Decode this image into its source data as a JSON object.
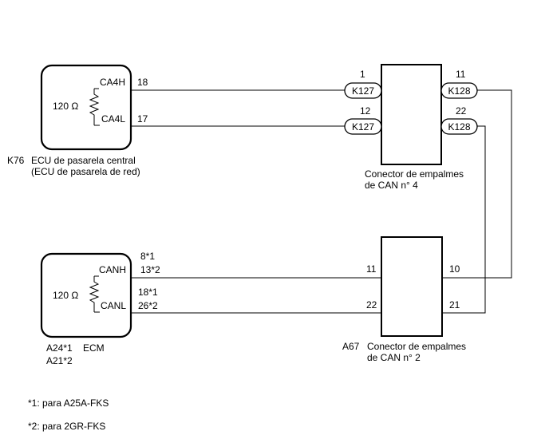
{
  "ecu_gateway": {
    "id": "K76",
    "name_line1": "ECU de pasarela central",
    "name_line2": "(ECU de pasarela de red)",
    "resistor": "120 Ω",
    "pin_high_label": "CA4H",
    "pin_high_num": "18",
    "pin_low_label": "CA4L",
    "pin_low_num": "17"
  },
  "ecm": {
    "id_line1": "A24*1",
    "id_line2": "A21*2",
    "name": "ECM",
    "resistor": "120 Ω",
    "pin_high_label": "CANH",
    "pin_high_num1": "8*1",
    "pin_high_num2": "13*2",
    "pin_low_label": "CANL",
    "pin_low_num1": "18*1",
    "pin_low_num2": "26*2"
  },
  "junction4": {
    "name_line1": "Conector de empalmes",
    "name_line2": "de CAN n° 4",
    "pin_left_top": "1",
    "pin_left_bottom": "12",
    "pin_right_top": "11",
    "pin_right_bottom": "22",
    "conn_left_top": "K127",
    "conn_left_bottom": "K127",
    "conn_right_top": "K128",
    "conn_right_bottom": "K128"
  },
  "junction2": {
    "id": "A67",
    "name_line1": "Conector de empalmes",
    "name_line2": "de CAN n° 2",
    "pin_left_top": "11",
    "pin_left_bottom": "22",
    "pin_right_top": "10",
    "pin_right_bottom": "21"
  },
  "notes": {
    "note1": "*1: para A25A-FKS",
    "note2": "*2: para 2GR-FKS"
  }
}
